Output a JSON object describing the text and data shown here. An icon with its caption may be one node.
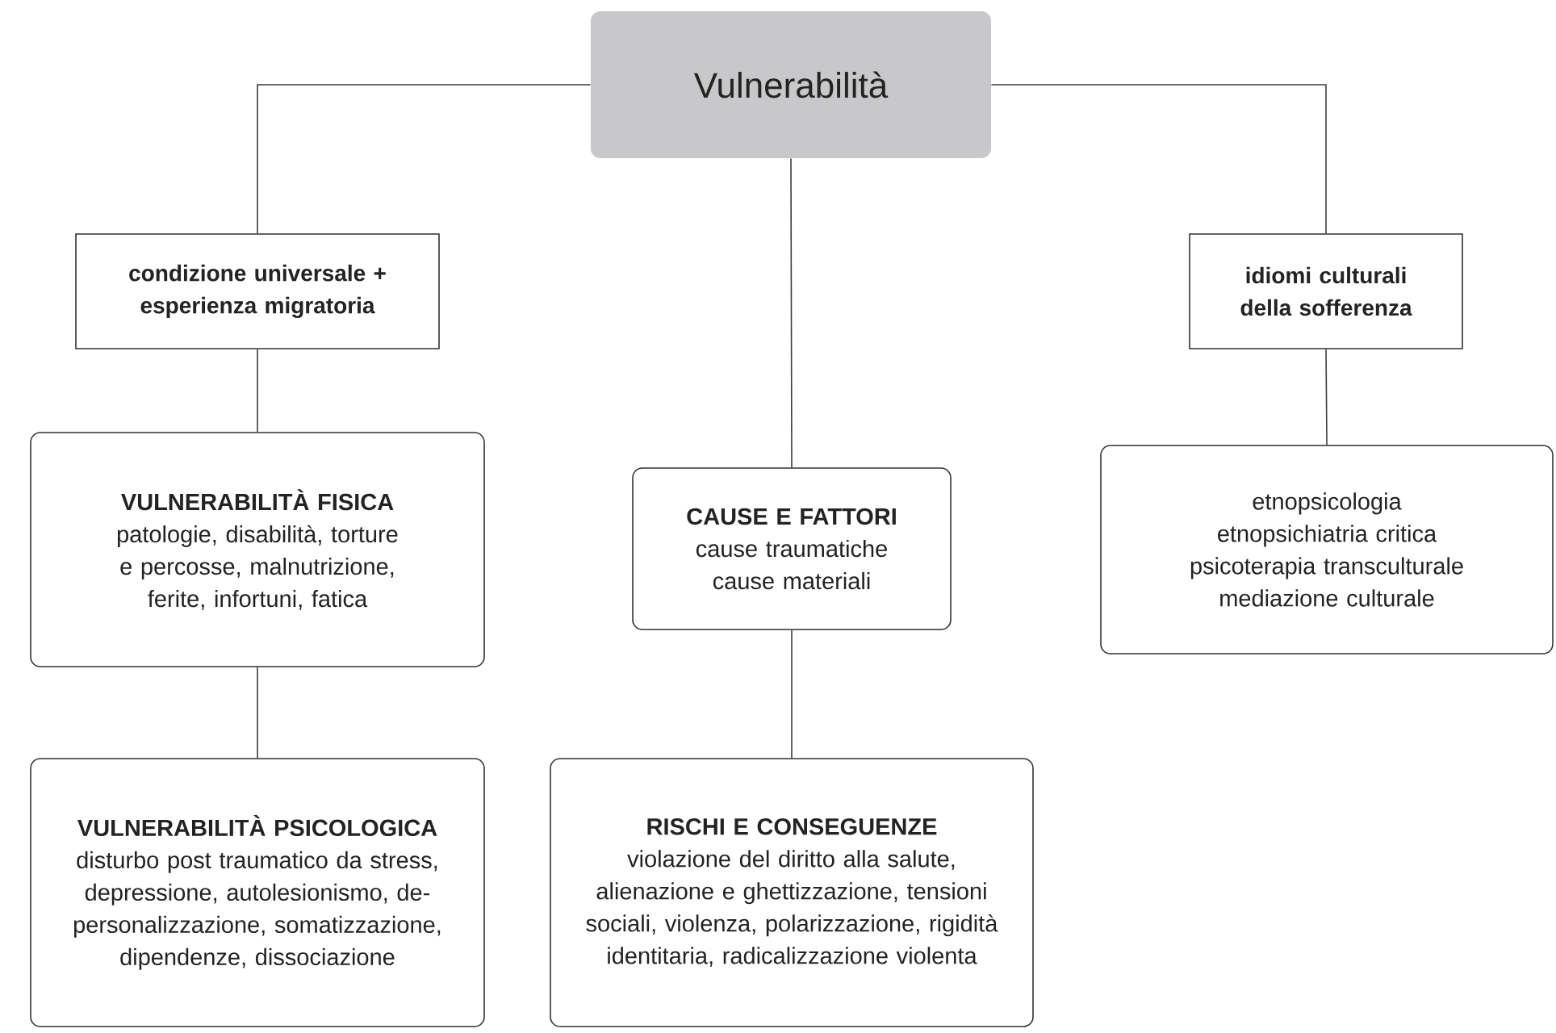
{
  "diagram": {
    "nodes": [
      {
        "text": [
          "Vulnerabilità"
        ]
      },
      {
        "text": [
          "condizione universale + esperienza migratoria"
        ]
      },
      {
        "text": [
          "idiomi culturali della sofferenza"
        ]
      },
      {
        "text": [
          "VULNERABILITÀ FISICA",
          "patologie, disabilità, torture e percosse, malnutrizione, ferite, infortuni, fatica"
        ]
      },
      {
        "text": [
          "CAUSE E FATTORI",
          "cause traumatiche cause materiali"
        ]
      },
      {
        "text": [
          "etnopsicologia etnopsichiatria critica psicoterapia transculturale mediazione culturale"
        ]
      },
      {
        "text": [
          "VULNERABILITÀ PSICOLOGICA",
          "disturbo post traumatico da stress, depressione, autolesionismo, de-personalizzazione, somatizzazione, dipendenze, dissociazione"
        ]
      },
      {
        "text": [
          "RISCHI E CONSEGUENZE",
          "violazione del diritto alla salute, alienazione e ghettizzazione, tensioni sociali, violenza, polarizzazione, rigidità identitaria, radicalizzazione violenta"
        ]
      }
    ],
    "edges": [
      {
        "from": 0,
        "to": 1,
        "arrow": "none"
      },
      {
        "from": 0,
        "to": 4,
        "arrow": "none"
      },
      {
        "from": 0,
        "to": 2,
        "arrow": "none"
      },
      {
        "from": 1,
        "to": 3,
        "arrow": "none"
      },
      {
        "from": 4,
        "to": 7,
        "arrow": "none"
      },
      {
        "from": 2,
        "to": 5,
        "arrow": "none"
      },
      {
        "from": 3,
        "to": 6,
        "arrow": "none"
      }
    ]
  }
}
